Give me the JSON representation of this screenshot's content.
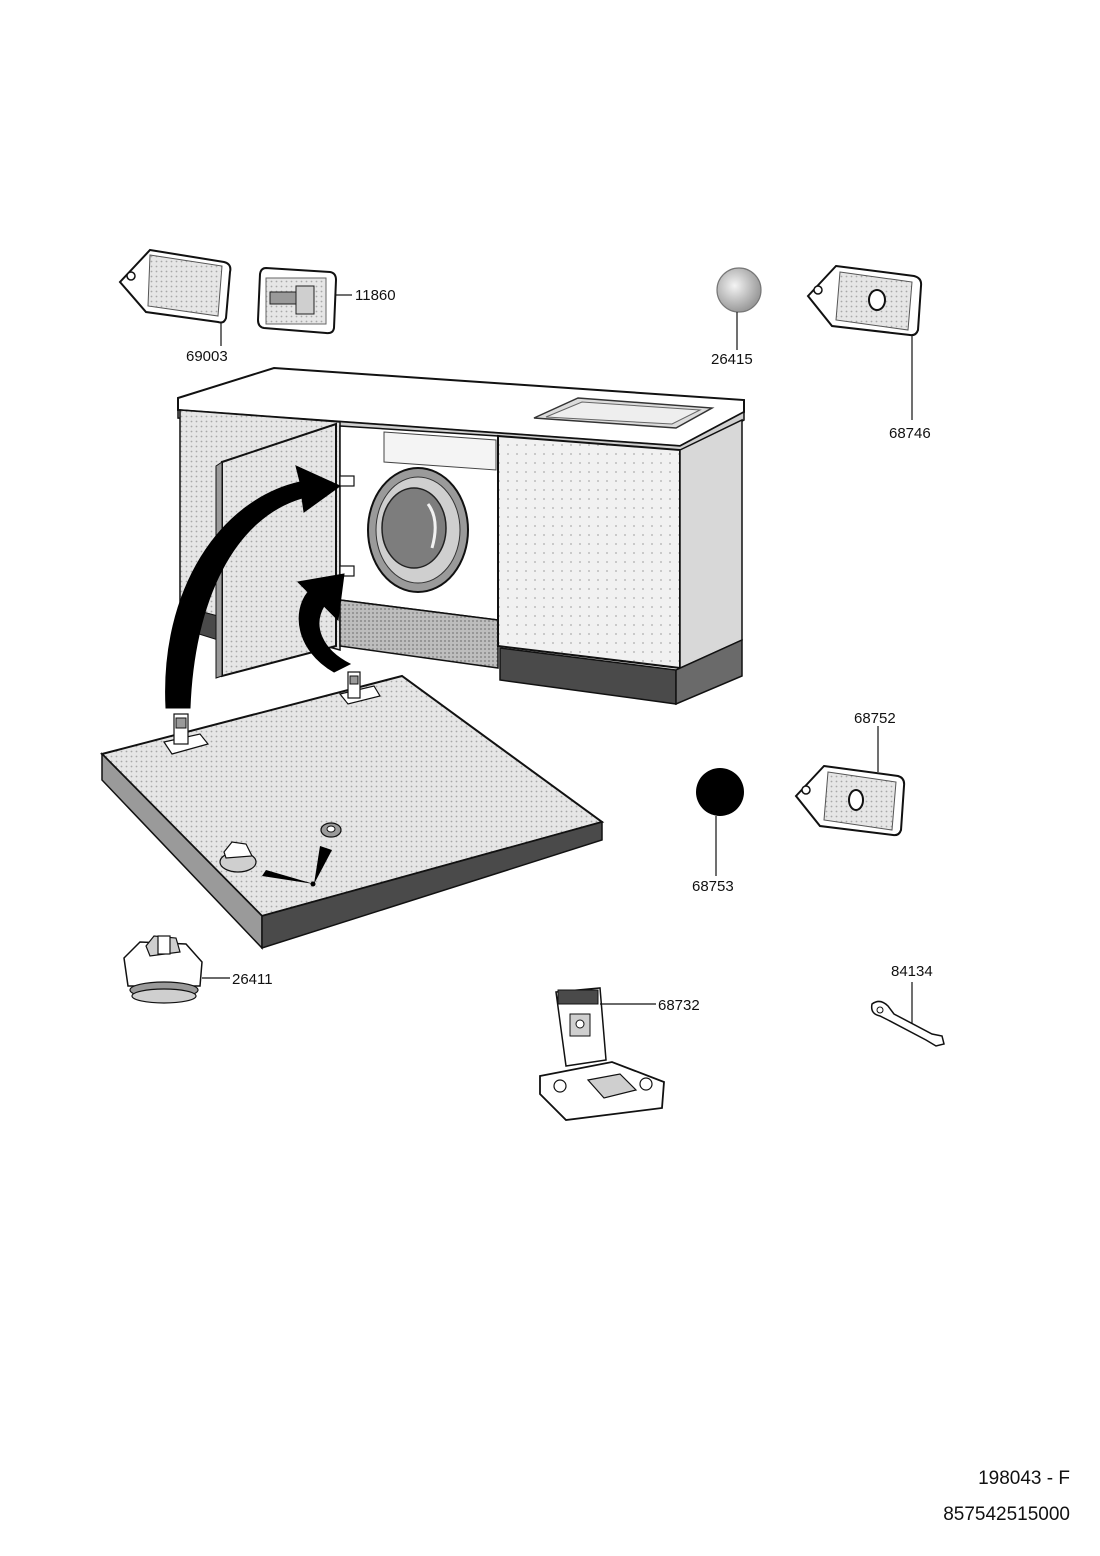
{
  "parts": [
    {
      "id": "69003"
    },
    {
      "id": "11860"
    },
    {
      "id": "26415"
    },
    {
      "id": "68746"
    },
    {
      "id": "68752"
    },
    {
      "id": "68753"
    },
    {
      "id": "26411"
    },
    {
      "id": "68732"
    },
    {
      "id": "84134"
    }
  ],
  "footer": {
    "doc_code": "198043 - F",
    "part_number": "857542515000"
  }
}
